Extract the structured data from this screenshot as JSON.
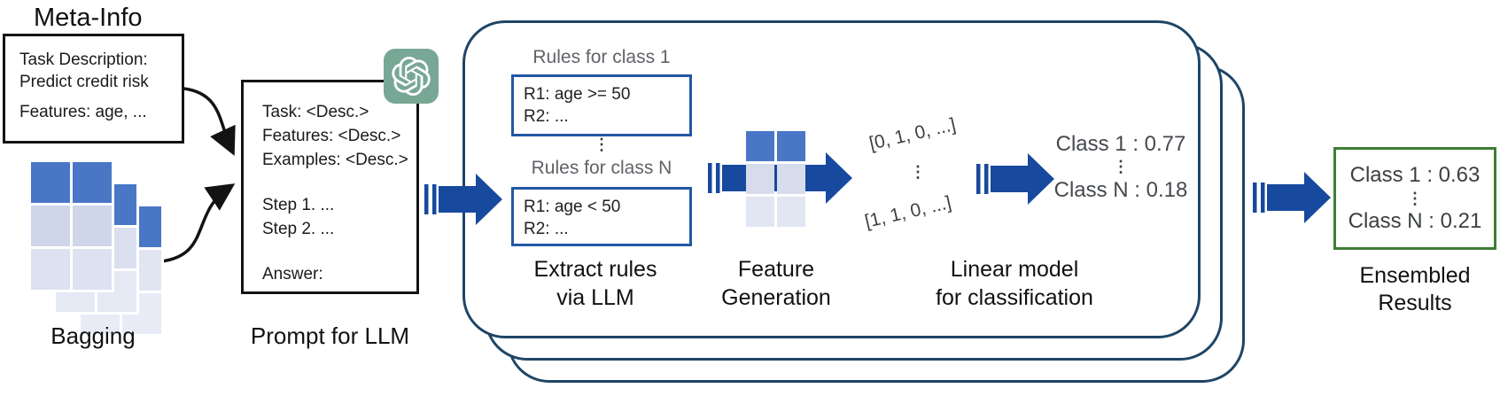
{
  "colors": {
    "arrow_blue": "#17499e",
    "container_border": "#1e4566",
    "rule_box_border": "#2257a5",
    "table_header_blue": "#4a76c6",
    "table_cell_light": "#cfd6ea",
    "openai_logo_green": "#78a796",
    "result_box_green": "#3e7d35",
    "heading_gray": "#5f6368"
  },
  "meta_info": {
    "title": "Meta-Info",
    "lines": [
      "Task Description:",
      "Predict credit risk",
      "Features: age, ..."
    ]
  },
  "bagging": {
    "label": "Bagging"
  },
  "prompt": {
    "label": "Prompt for LLM",
    "group1": [
      "Task: <Desc.>",
      "Features: <Desc.>",
      "Examples: <Desc.>"
    ],
    "group2": [
      "Step 1.  ...",
      "Step 2. ..."
    ],
    "group3": [
      "Answer:"
    ]
  },
  "pipeline": {
    "rules": {
      "heading_class1": "Rules for class 1",
      "box1_lines": [
        "R1: age >= 50",
        "R2: ..."
      ],
      "dots": "⋮",
      "heading_classN": "Rules for class N",
      "box2_lines": [
        "R1: age < 50",
        "R2: ..."
      ],
      "label_line1": "Extract rules",
      "label_line2": "via LLM"
    },
    "feature_generation": {
      "label_line1": "Feature",
      "label_line2": "Generation"
    },
    "vectors": {
      "vector1": "[0, 1, 0, ...]",
      "dots": "⋮",
      "vector2": "[1, 1, 0, ...]"
    },
    "linear_model": {
      "score1": "Class 1 : 0.77",
      "dots": "⋮",
      "scoreN": "Class N : 0.18",
      "label_line1": "Linear model",
      "label_line2": "for classification"
    }
  },
  "ensemble": {
    "score1": "Class 1 : 0.63",
    "dots": "⋮",
    "scoreN": "Class N : 0.21",
    "label_line1": "Ensembled",
    "label_line2": "Results"
  }
}
